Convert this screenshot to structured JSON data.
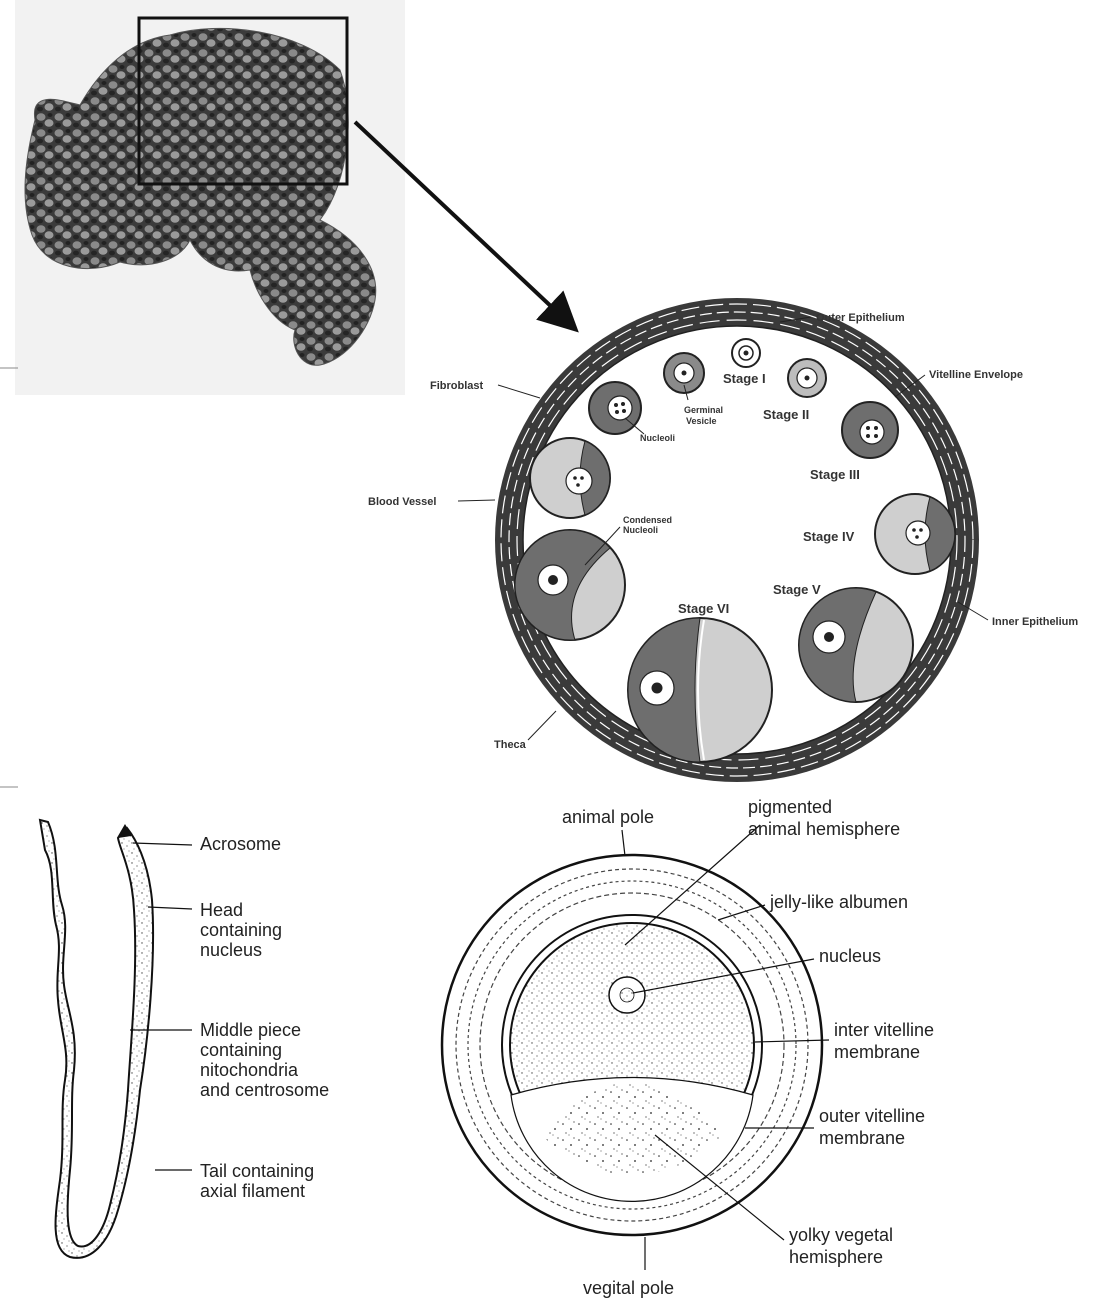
{
  "ovary_diagram": {
    "labels": {
      "outer_epithelium": "Outer Epithelium",
      "vitelline_envelope": "Vitelline Envelope",
      "fibroblast": "Fibroblast",
      "blood_vessel": "Blood Vessel",
      "inner_epithelium": "Inner Epithelium",
      "theca": "Theca",
      "germinal_vesicle_1": "Germinal",
      "germinal_vesicle_2": "Vesicle",
      "nucleoli": "Nucleoli",
      "condensed_nucleoli_1": "Condensed",
      "condensed_nucleoli_2": "Nucleoli",
      "stage_1": "Stage I",
      "stage_2": "Stage II",
      "stage_3": "Stage III",
      "stage_4": "Stage IV",
      "stage_5": "Stage V",
      "stage_6": "Stage VI"
    }
  },
  "sperm_diagram": {
    "labels": {
      "acrosome": "Acrosome",
      "head_1": "Head",
      "head_2": "containing",
      "head_3": "nucleus",
      "middle_1": "Middle piece",
      "middle_2": "containing",
      "middle_3": "nitochondria",
      "middle_4": "and centrosome",
      "tail_1": "Tail containing",
      "tail_2": "axial filament"
    }
  },
  "egg_diagram": {
    "labels": {
      "animal_pole": "animal pole",
      "pigmented_1": "pigmented",
      "pigmented_2": "animal hemisphere",
      "albumen": "jelly-like albumen",
      "nucleus": "nucleus",
      "inter_vit_1": "inter vitelline",
      "inter_vit_2": "membrane",
      "outer_vit_1": "outer vitelline",
      "outer_vit_2": "membrane",
      "yolky_1": "yolky vegetal",
      "yolky_2": "hemisphere",
      "vegital_pole": "vegital pole"
    }
  },
  "colors": {
    "dark_gray": "#6e6e6e",
    "light_gray": "#cfcfcf",
    "wall": "#3a3a3a",
    "photo_bg": "#f2f2f2"
  }
}
